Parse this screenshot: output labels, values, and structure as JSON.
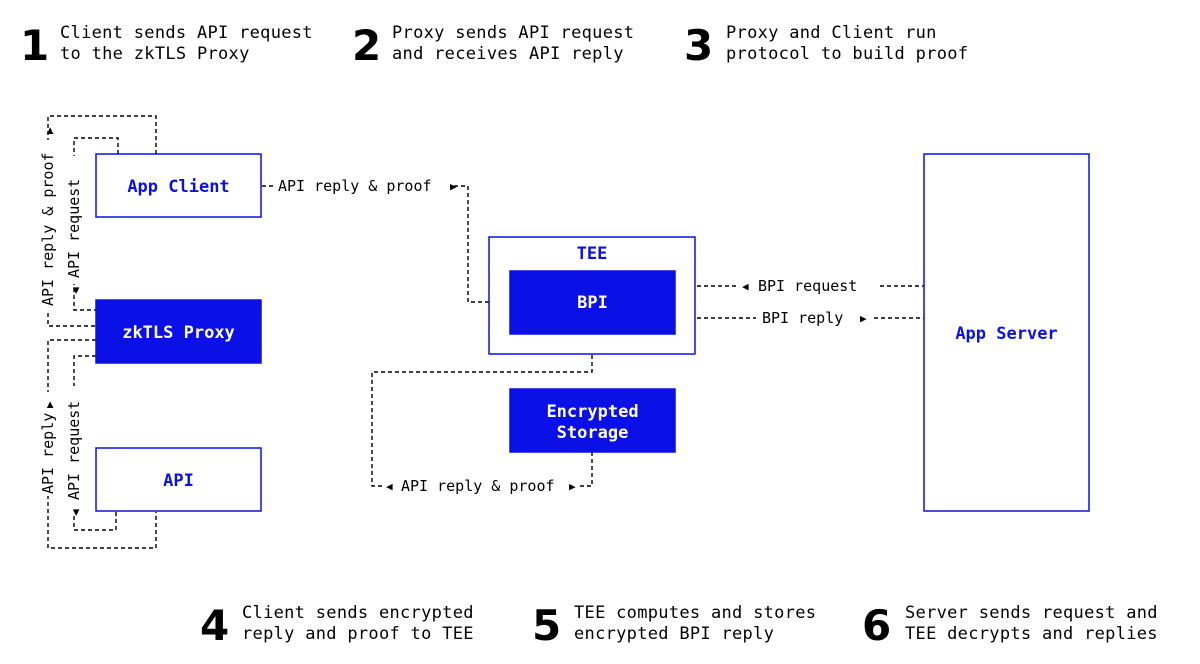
{
  "steps": [
    {
      "number": "1",
      "line1": "Client sends API request",
      "line2": "to the zkTLS Proxy"
    },
    {
      "number": "2",
      "line1": "Proxy sends API request",
      "line2": "and receives API reply"
    },
    {
      "number": "3",
      "line1": "Proxy and Client run",
      "line2": "protocol to build proof"
    },
    {
      "number": "4",
      "line1": "Client sends encrypted",
      "line2": "reply and proof to TEE"
    },
    {
      "number": "5",
      "line1": "TEE computes and stores",
      "line2": "encrypted BPI reply"
    },
    {
      "number": "6",
      "line1": "Server sends request and",
      "line2": "TEE decrypts and replies"
    }
  ],
  "nodes": {
    "app_client": "App Client",
    "zktls_proxy": "zkTLS Proxy",
    "api": "API",
    "tee": "TEE",
    "bpi": "BPI",
    "encrypted_storage_line1": "Encrypted",
    "encrypted_storage_line2": "Storage",
    "app_server": "App Server"
  },
  "edge_labels": {
    "client_to_tee": "API reply & proof",
    "bpi_request": "BPI request",
    "bpi_reply": "BPI reply",
    "storage_loop": "API reply & proof",
    "left_upper_outer": "API reply & proof",
    "left_upper_inner": "API request",
    "left_lower_outer": "API reply",
    "left_lower_inner": "API request"
  },
  "colors": {
    "accent_blue": "#0a10e6",
    "text": "#000000",
    "background": "#ffffff"
  }
}
